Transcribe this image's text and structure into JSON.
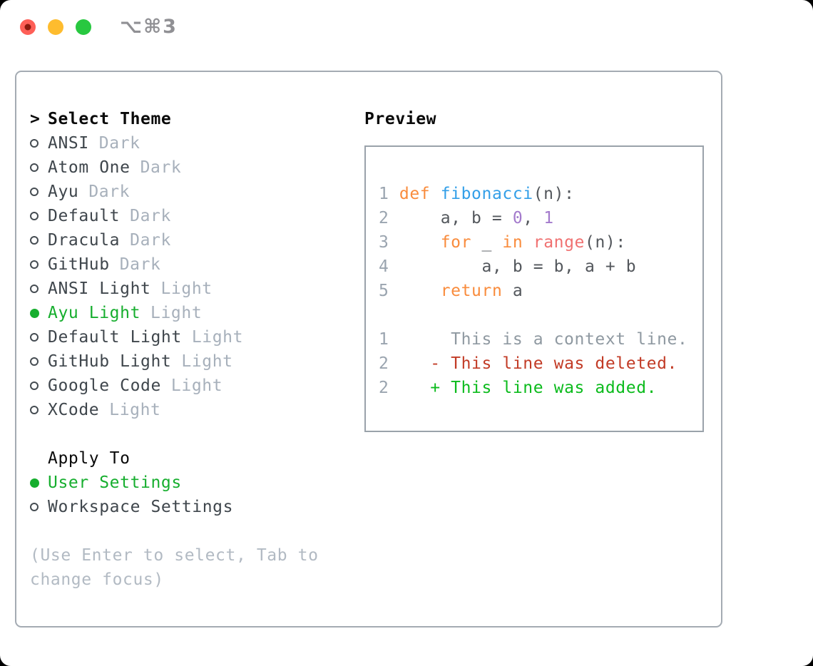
{
  "window": {
    "title": "⌥⌘3",
    "traffic_lights": [
      {
        "name": "close",
        "color": "#fe5f57"
      },
      {
        "name": "minimize",
        "color": "#febc2e"
      },
      {
        "name": "zoom",
        "color": "#28c840"
      }
    ]
  },
  "theme_panel": {
    "header": {
      "cursor": ">",
      "label": "Select Theme"
    },
    "items": [
      {
        "name": "ANSI",
        "variant": "Dark",
        "selected": false
      },
      {
        "name": "Atom One",
        "variant": "Dark",
        "selected": false
      },
      {
        "name": "Ayu",
        "variant": "Dark",
        "selected": false
      },
      {
        "name": "Default",
        "variant": "Dark",
        "selected": false
      },
      {
        "name": "Dracula",
        "variant": "Dark",
        "selected": false
      },
      {
        "name": "GitHub",
        "variant": "Dark",
        "selected": false
      },
      {
        "name": "ANSI Light",
        "variant": "Light",
        "selected": false
      },
      {
        "name": "Ayu Light",
        "variant": "Light",
        "selected": true
      },
      {
        "name": "Default Light",
        "variant": "Light",
        "selected": false
      },
      {
        "name": "GitHub Light",
        "variant": "Light",
        "selected": false
      },
      {
        "name": "Google Code",
        "variant": "Light",
        "selected": false
      },
      {
        "name": "XCode",
        "variant": "Light",
        "selected": false
      }
    ],
    "apply_to": {
      "header": "Apply To",
      "options": [
        {
          "label": "User Settings",
          "selected": true
        },
        {
          "label": "Workspace Settings",
          "selected": false
        }
      ]
    },
    "hint": "(Use Enter to select, Tab to change focus)"
  },
  "preview": {
    "header": "Preview",
    "code_lines": [
      {
        "name": "code-line-1",
        "segments": [
          {
            "text": "1 ",
            "cls": "gut"
          },
          {
            "text": "def ",
            "cls": "kw"
          },
          {
            "text": "fibonacci",
            "cls": "fn"
          },
          {
            "text": "(n):",
            "cls": "pl"
          }
        ]
      },
      {
        "name": "code-line-2",
        "segments": [
          {
            "text": "2 ",
            "cls": "gut"
          },
          {
            "text": "    a, b = ",
            "cls": "pl"
          },
          {
            "text": "0",
            "cls": "num"
          },
          {
            "text": ", ",
            "cls": "pl"
          },
          {
            "text": "1",
            "cls": "num"
          }
        ]
      },
      {
        "name": "code-line-3",
        "segments": [
          {
            "text": "3 ",
            "cls": "gut"
          },
          {
            "text": "    ",
            "cls": "pl"
          },
          {
            "text": "for",
            "cls": "kw"
          },
          {
            "text": " _ ",
            "cls": "pl"
          },
          {
            "text": "in",
            "cls": "kw"
          },
          {
            "text": " ",
            "cls": "pl"
          },
          {
            "text": "range",
            "cls": "bi"
          },
          {
            "text": "(n):",
            "cls": "pl"
          }
        ]
      },
      {
        "name": "code-line-4",
        "segments": [
          {
            "text": "4 ",
            "cls": "gut"
          },
          {
            "text": "        a, b = b, a + b",
            "cls": "pl"
          }
        ]
      },
      {
        "name": "code-line-5",
        "segments": [
          {
            "text": "5 ",
            "cls": "gut"
          },
          {
            "text": "    ",
            "cls": "pl"
          },
          {
            "text": "return",
            "cls": "kw"
          },
          {
            "text": " a",
            "cls": "pl"
          }
        ]
      },
      {
        "name": "code-line-blank",
        "segments": []
      },
      {
        "name": "diff-line-context",
        "segments": [
          {
            "text": "1",
            "cls": "gut"
          },
          {
            "text": "      ",
            "cls": "pl"
          },
          {
            "text": "This is a context line.",
            "cls": "ctx"
          }
        ]
      },
      {
        "name": "diff-line-deleted",
        "segments": [
          {
            "text": "2",
            "cls": "gut"
          },
          {
            "text": "    ",
            "cls": "pl"
          },
          {
            "text": "- This line was deleted.",
            "cls": "del"
          }
        ]
      },
      {
        "name": "diff-line-added",
        "segments": [
          {
            "text": "2",
            "cls": "gut"
          },
          {
            "text": "    ",
            "cls": "pl"
          },
          {
            "text": "+ This line was added.",
            "cls": "add"
          }
        ]
      }
    ]
  },
  "colors": {
    "selection_green": "#16ae2e",
    "added_green": "#0cbb1d",
    "deleted_red": "#c23b26",
    "keyword_orange": "#f98c3d",
    "function_blue": "#339fe8",
    "number_purple": "#a37acc",
    "builtin_coral": "#f07171",
    "gutter_gray": "#9aa4af",
    "hint_gray": "#b2bac3"
  }
}
